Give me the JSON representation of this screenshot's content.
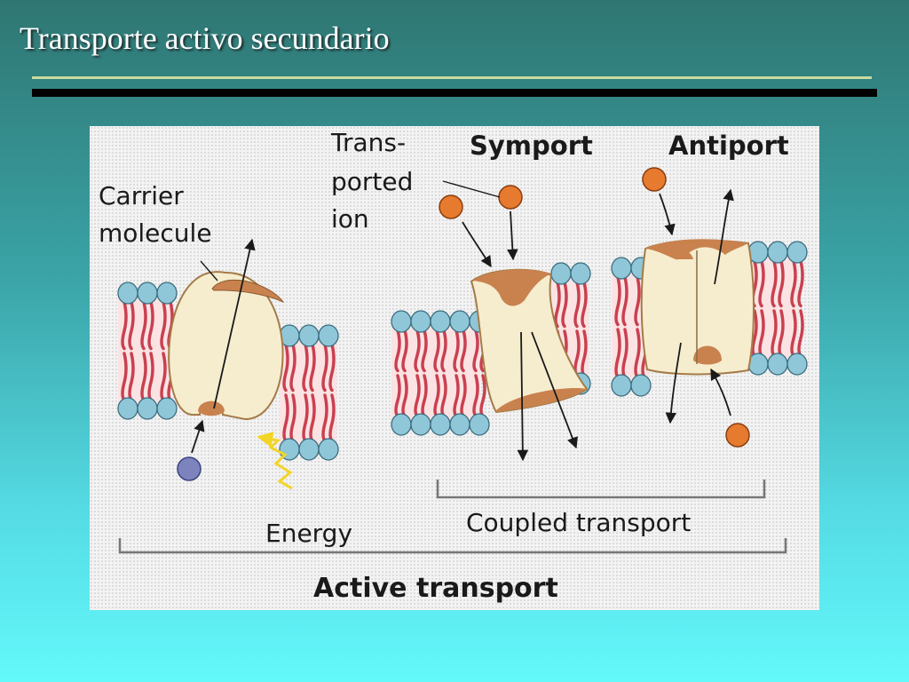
{
  "slide": {
    "title": "Transporte activo secundario"
  },
  "figure": {
    "label_carrier_line1": "Carrier",
    "label_carrier_line2": "molecule",
    "label_trans_line1": "Trans-",
    "label_trans_line2": "ported",
    "label_trans_line3": "ion",
    "label_symport": "Symport",
    "label_antiport": "Antiport",
    "label_energy": "Energy",
    "label_coupled": "Coupled transport",
    "label_active": "Active transport"
  },
  "colors": {
    "lipid_head": "#8fc7d8",
    "lipid_tail": "#c94050",
    "protein": "#f6edcf",
    "protein_cap": "#c9824e",
    "ion_orange": "#e67a2e",
    "ion_blue": "#7d83bd",
    "energy": "#f2d526"
  }
}
